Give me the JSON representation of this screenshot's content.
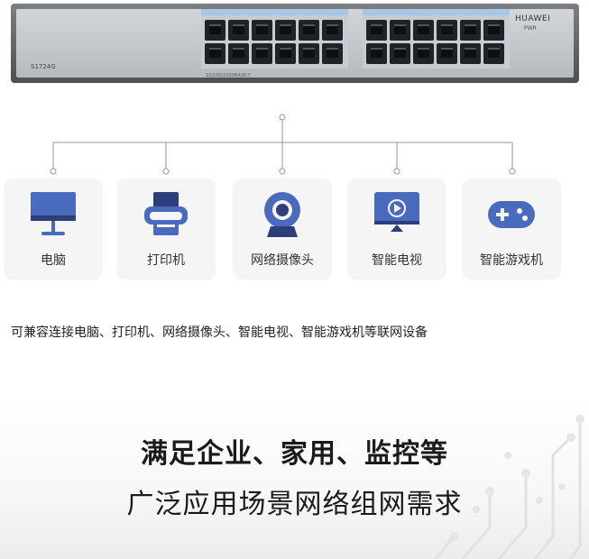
{
  "switch": {
    "model": "S1724G",
    "brand": "HUAWEI",
    "pwr_label": "PWR",
    "port_text": "10/100/1000BASE-T"
  },
  "devices": [
    {
      "label": "电脑",
      "icon": "computer-monitor-icon"
    },
    {
      "label": "打印机",
      "icon": "printer-icon"
    },
    {
      "label": "网络摄像头",
      "icon": "webcam-icon"
    },
    {
      "label": "智能电视",
      "icon": "smart-tv-icon"
    },
    {
      "label": "智能游戏机",
      "icon": "game-controller-icon"
    }
  ],
  "caption": "可兼容连接电脑、打印机、网络摄像头、智能电视、智能游戏机等联网设备",
  "slogan": {
    "line1": "满足企业、家用、监控等",
    "line2": "广泛应用场景网络组网需求"
  },
  "colors": {
    "icon_blue": "#4a6bbd",
    "icon_dark": "#2d3f7a",
    "card_bg": "#f5f5f5",
    "line": "#999999"
  }
}
